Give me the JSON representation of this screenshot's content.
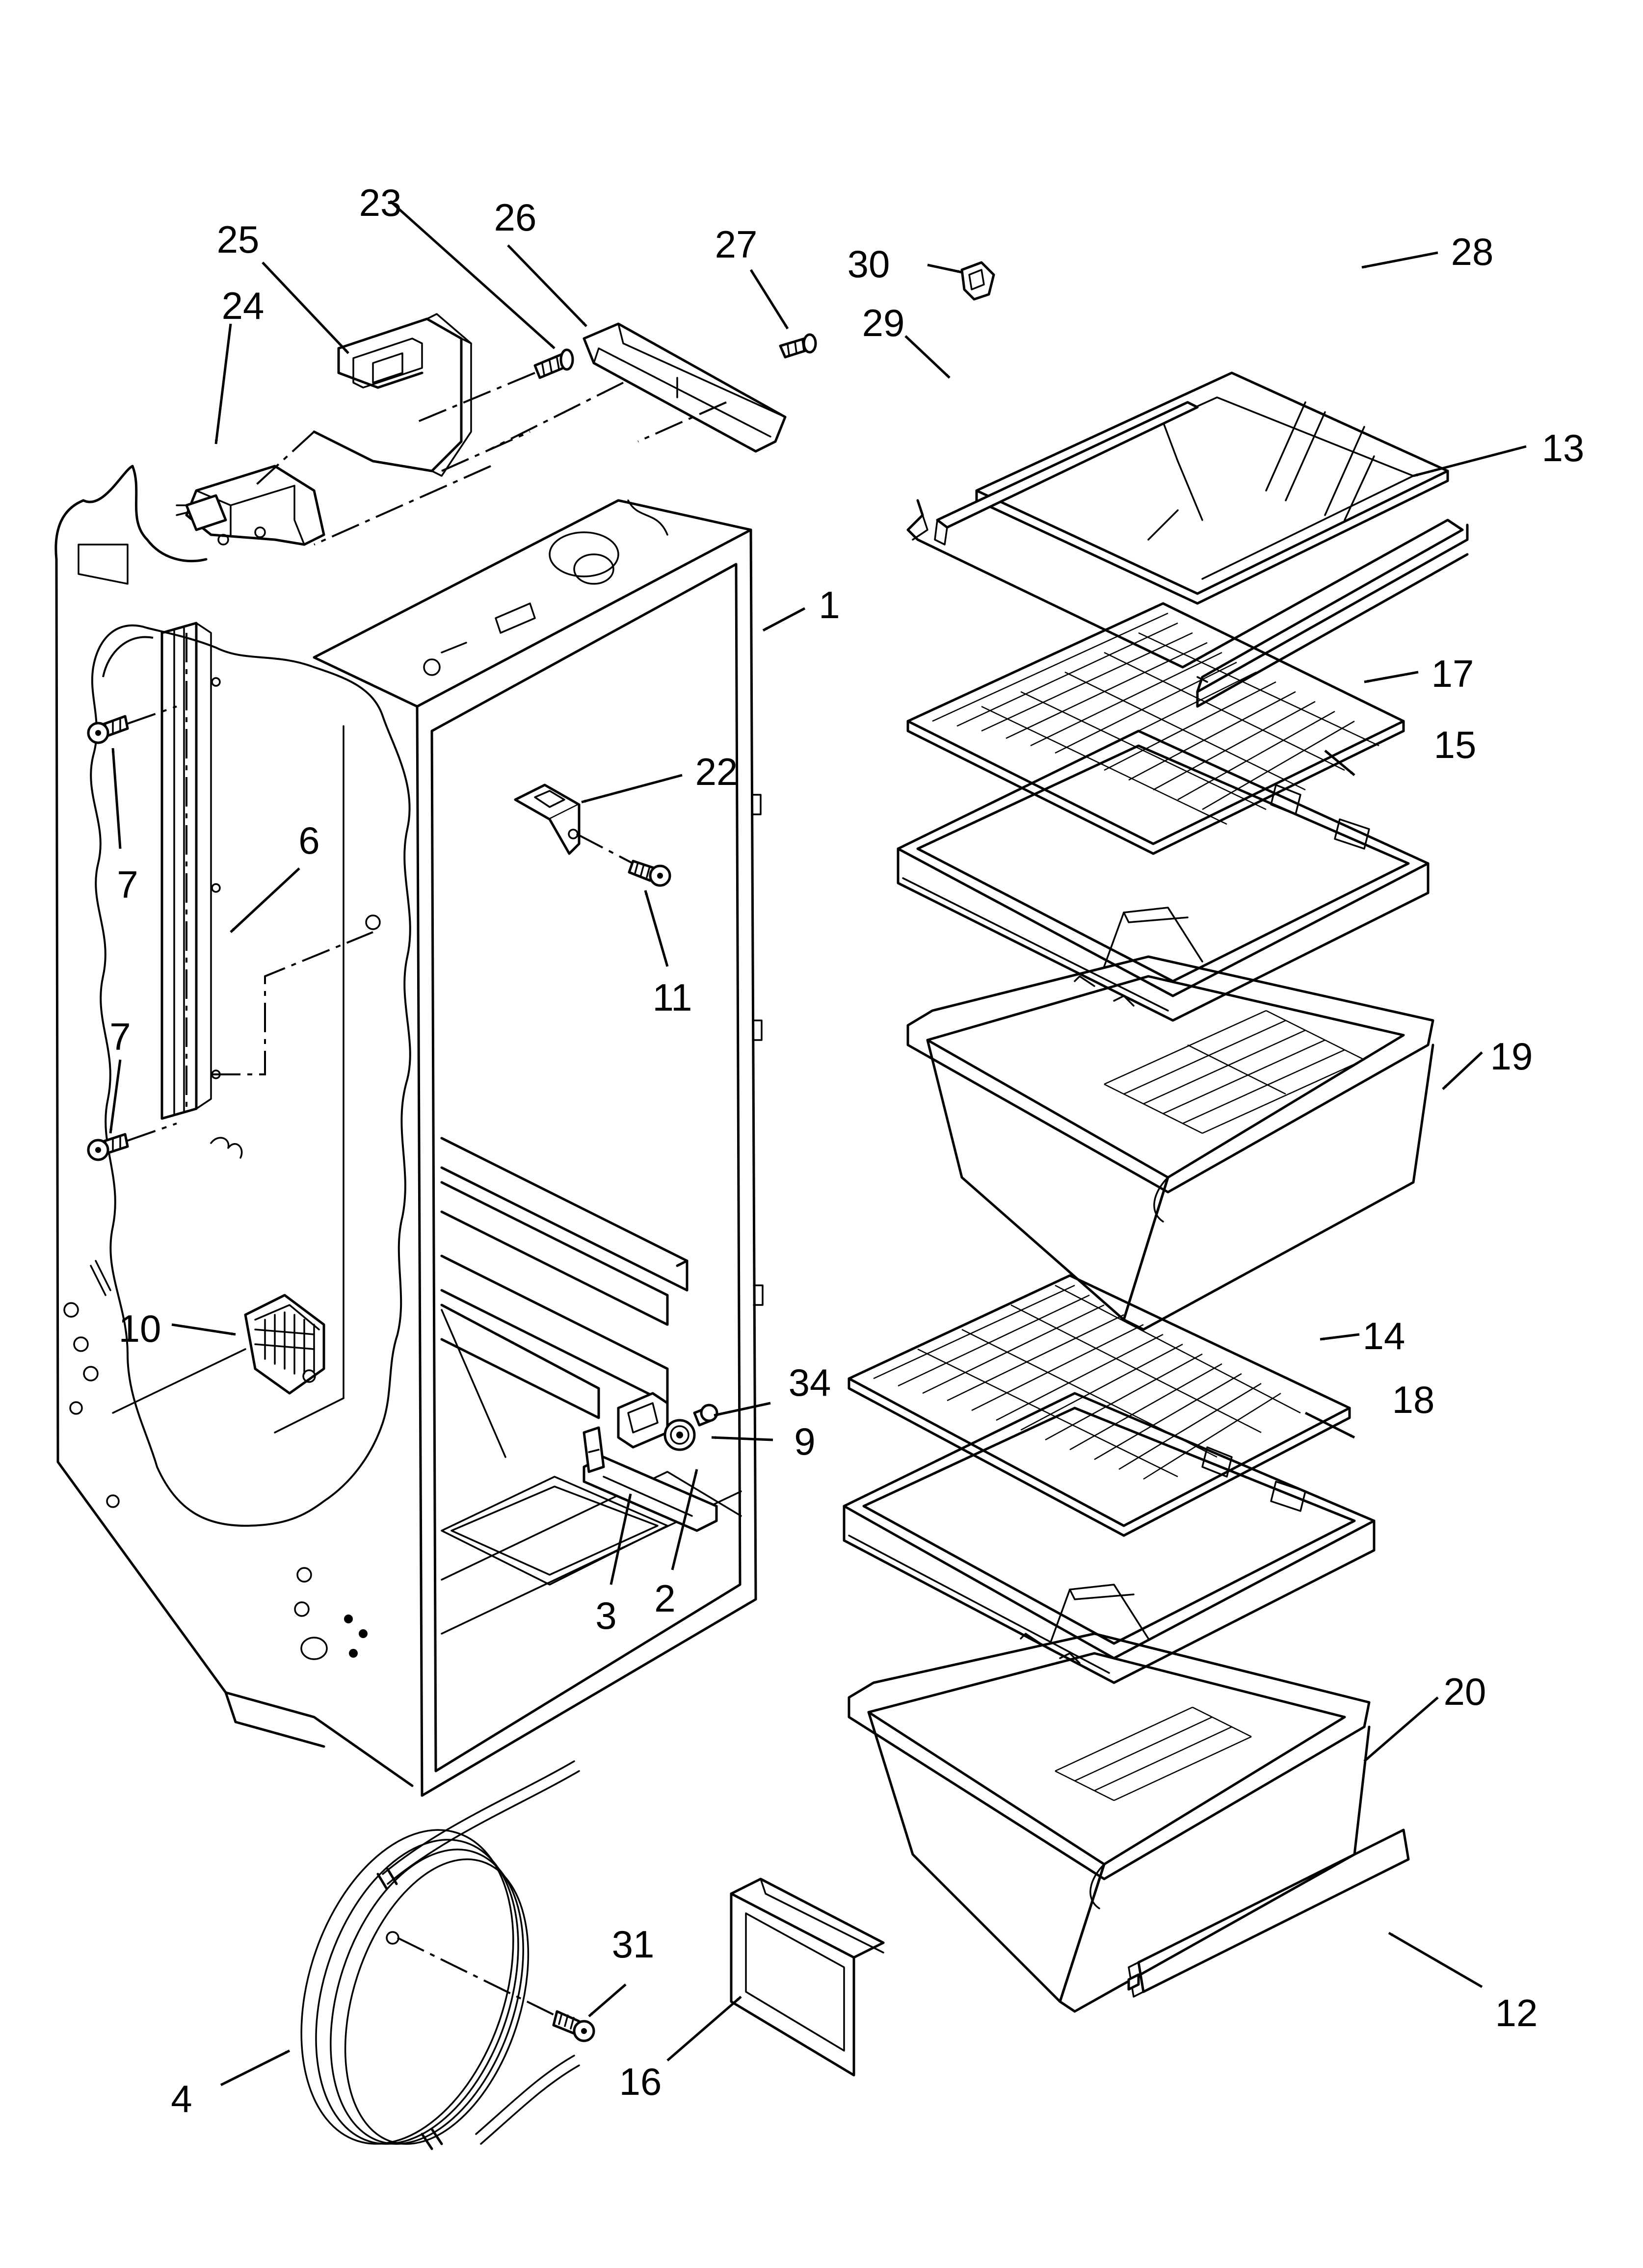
{
  "diagram": {
    "callouts": {
      "c1": "1",
      "c2": "2",
      "c3": "3",
      "c4": "4",
      "c6": "6",
      "c7a": "7",
      "c7b": "7",
      "c9": "9",
      "c10": "10",
      "c11": "11",
      "c12": "12",
      "c13": "13",
      "c14": "14",
      "c15": "15",
      "c16": "16",
      "c17": "17",
      "c18": "18",
      "c19": "19",
      "c20": "20",
      "c22": "22",
      "c23": "23",
      "c24": "24",
      "c25": "25",
      "c26": "26",
      "c27": "27",
      "c28": "28",
      "c29": "29",
      "c30": "30",
      "c31": "31",
      "c34": "34"
    }
  }
}
